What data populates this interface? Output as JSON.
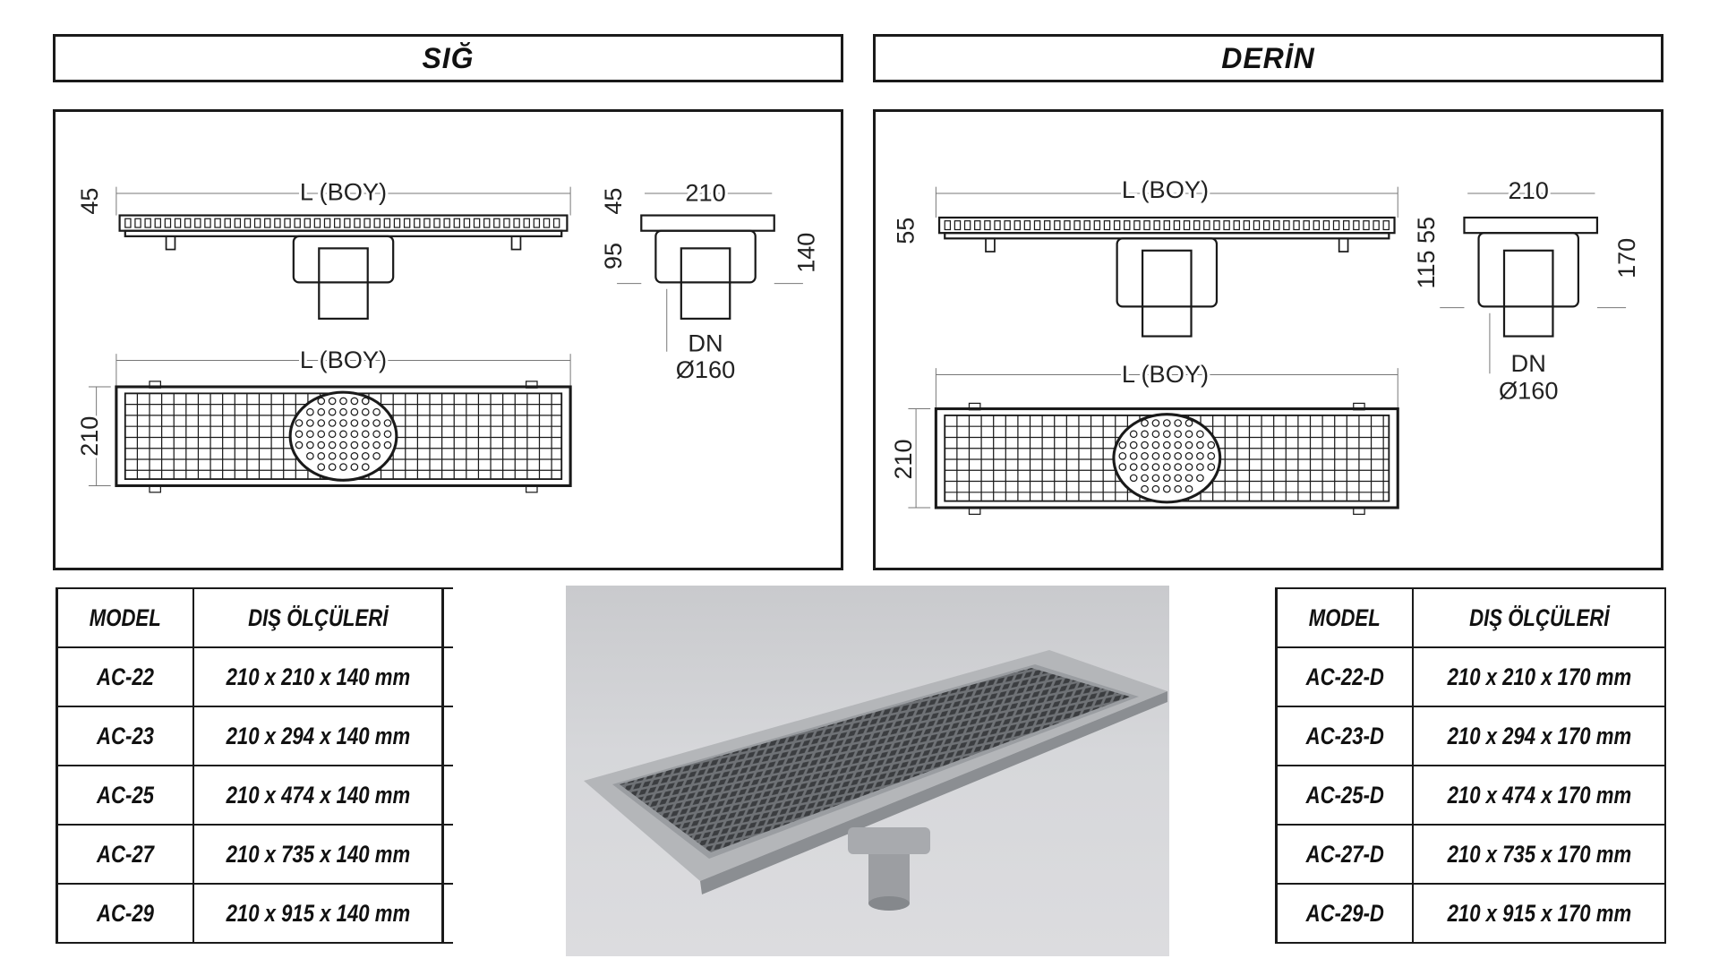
{
  "headers": {
    "left": "SIĞ",
    "right": "DERİN"
  },
  "shallow_drawing": {
    "length_top": "L (BOY)",
    "length_bottom": "L (BOY)",
    "dim_grate_height": "45",
    "dim_width_plan": "210",
    "section_width": "210",
    "section_top": "45",
    "section_body": "95",
    "section_total": "140",
    "outlet_label": "DN",
    "outlet_diameter": "Ø160"
  },
  "deep_drawing": {
    "length_top": "L (BOY)",
    "length_bottom": "L (BOY)",
    "dim_grate_height": "55",
    "dim_width_plan": "210",
    "section_width": "210",
    "section_dims": "115 55",
    "section_total": "170",
    "outlet_label": "DN",
    "outlet_diameter": "Ø160"
  },
  "shallow_table": {
    "headers": [
      "MODEL",
      "DIŞ ÖLÇÜLERİ"
    ],
    "rows": [
      [
        "AC-22",
        "210 x 210 x 140 mm"
      ],
      [
        "AC-23",
        "210 x 294 x 140 mm"
      ],
      [
        "AC-25",
        "210 x 474 x 140 mm"
      ],
      [
        "AC-27",
        "210 x 735 x 140 mm"
      ],
      [
        "AC-29",
        "210 x 915 x 140 mm"
      ]
    ]
  },
  "deep_table": {
    "headers": [
      "MODEL",
      "DIŞ ÖLÇÜLERİ"
    ],
    "rows": [
      [
        "AC-22-D",
        "210 x 210 x 170 mm"
      ],
      [
        "AC-23-D",
        "210 x 294 x 170 mm"
      ],
      [
        "AC-25-D",
        "210 x 474 x 170 mm"
      ],
      [
        "AC-27-D",
        "210 x 735 x 170 mm"
      ],
      [
        "AC-29-D",
        "210 x 915 x 170 mm"
      ]
    ]
  },
  "colors": {
    "line": "#1a1a1a",
    "steel": "#8e9094"
  }
}
